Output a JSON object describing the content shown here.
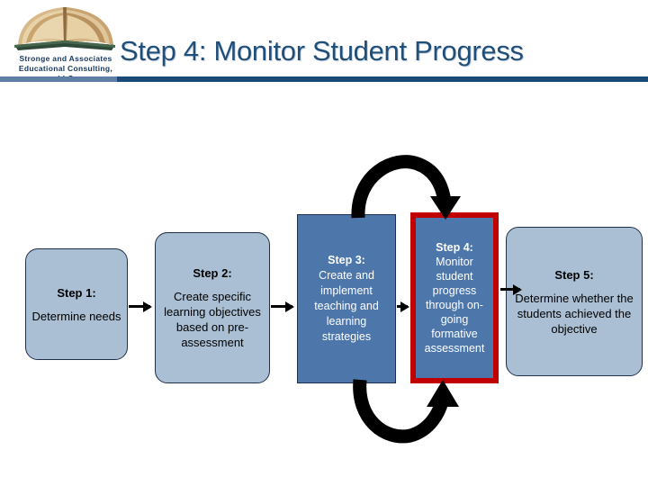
{
  "header": {
    "logo_icon": "open-book-icon",
    "logo_text": "Stronge and Associates\nEducational Consulting,\nLLC",
    "title": "Step 4: Monitor Student Progress",
    "rule_color": "#1a4a7a",
    "title_color": "#1f4e79"
  },
  "diagram": {
    "type": "process-flow",
    "palette": {
      "box_fill": "#aabfd4",
      "box_border": "#20304a",
      "active_fill": "#4d76ab",
      "highlight_border": "#c00000",
      "arrow": "#000000"
    },
    "steps": [
      {
        "id": "step-1",
        "label": "Step 1:",
        "body": "Determine needs",
        "style": "rounded",
        "highlighted": false
      },
      {
        "id": "step-2",
        "label": "Step 2:",
        "body": "Create specific learning objectives based on pre-assessment",
        "style": "rounded",
        "highlighted": false
      },
      {
        "id": "step-3",
        "label": "Step 3:",
        "body": "Create and implement teaching and learning strategies",
        "style": "square-filled",
        "highlighted": false
      },
      {
        "id": "step-4",
        "label": "Step 4:",
        "body": "Monitor student progress through on-going formative assessment",
        "style": "square-filled",
        "highlighted": true
      },
      {
        "id": "step-5",
        "label": "Step 5:",
        "body": "Determine whether the students achieved the objective",
        "style": "rounded",
        "highlighted": false
      }
    ],
    "connectors": [
      {
        "id": "arrow-1-2",
        "from": "step-1",
        "to": "step-2",
        "kind": "straight-right"
      },
      {
        "id": "arrow-2-3",
        "from": "step-2",
        "to": "step-3",
        "kind": "straight-right"
      },
      {
        "id": "arrow-3-4",
        "from": "step-3",
        "to": "step-4",
        "kind": "straight-right"
      },
      {
        "id": "arrow-4-5",
        "from": "step-4",
        "to": "step-5",
        "kind": "straight-right"
      },
      {
        "id": "curve-top",
        "from": "step-3",
        "to": "step-4",
        "kind": "curved-over-top"
      },
      {
        "id": "curve-bottom",
        "from": "step-3",
        "to": "step-4",
        "kind": "curved-under-bottom"
      }
    ]
  }
}
